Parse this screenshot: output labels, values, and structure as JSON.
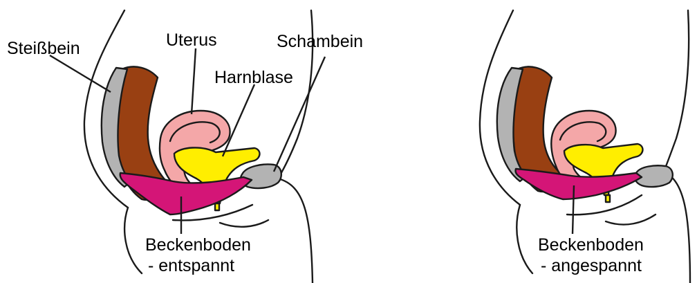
{
  "colors": {
    "bone": "#b3b3b3",
    "rectum": "#994012",
    "uterus": "#f4a7a8",
    "bladder": "#ffee00",
    "pelvic_floor": "#d41577",
    "outline": "#1a1a1a",
    "background": "#ffffff"
  },
  "labels": {
    "coccyx": "Steißbein",
    "uterus": "Uterus",
    "bladder": "Harnblase",
    "pubic_bone": "Schambein",
    "relaxed_line1": "Beckenboden",
    "relaxed_line2": "- entspannt",
    "tensed_line1": "Beckenboden",
    "tensed_line2": "- angespannt"
  },
  "panels": [
    {
      "id": "relaxed",
      "state": "entspannt"
    },
    {
      "id": "tensed",
      "state": "angespannt"
    }
  ]
}
